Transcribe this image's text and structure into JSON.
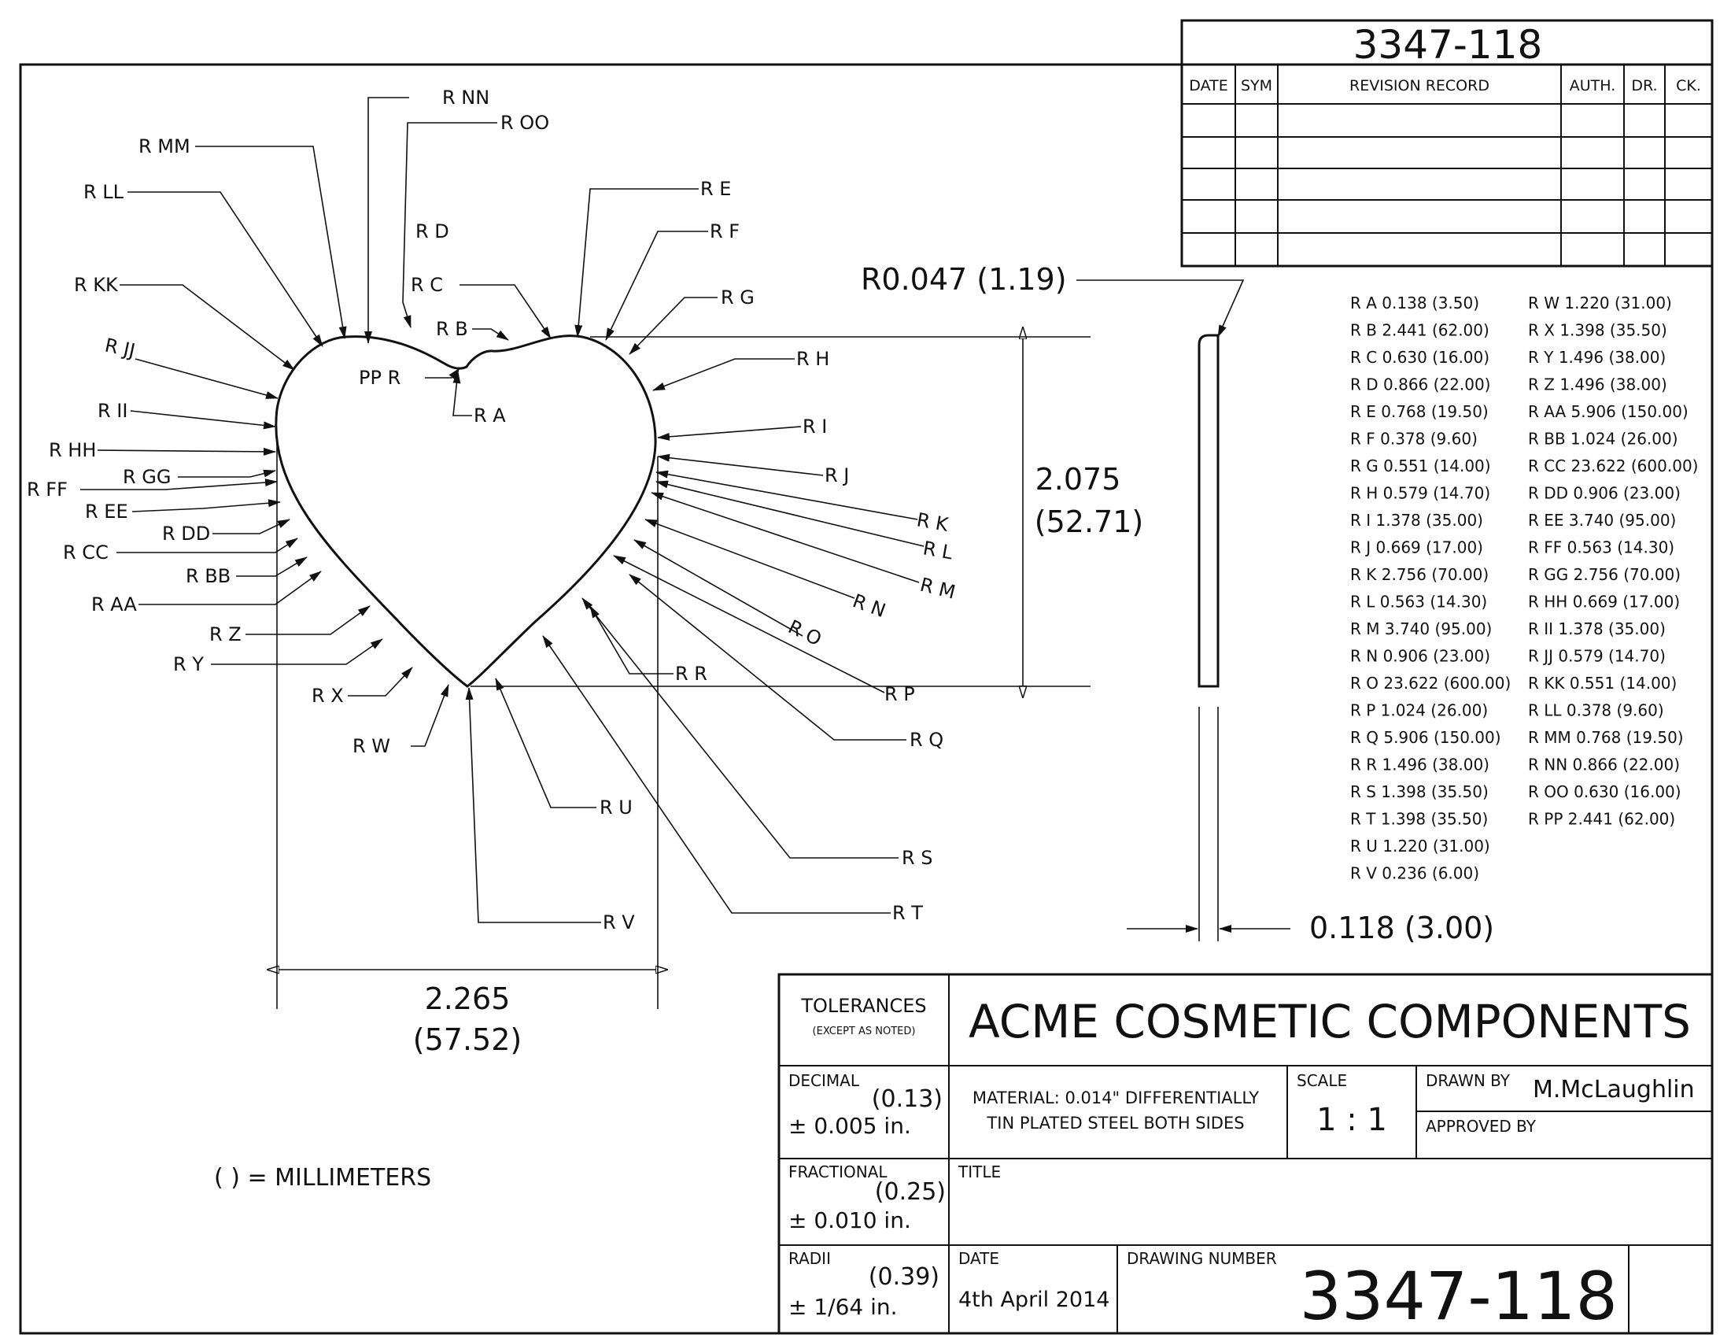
{
  "drawing_number_top": "3347-118",
  "revision_headers": [
    "DATE",
    "SYM",
    "REVISION RECORD",
    "AUTH.",
    "DR.",
    "CK."
  ],
  "heart_labels": {
    "RA": "R A",
    "RB": "R B",
    "RC": "R C",
    "RD": "R D",
    "RE": "R E",
    "RF": "R F",
    "RG": "R G",
    "RH": "R H",
    "RI": "R I",
    "RJ": "R J",
    "RK": "R K",
    "RL": "R L",
    "RM": "R M",
    "RN": "R N",
    "RO": "R O",
    "RP": "R P",
    "RQ": "R Q",
    "RR": "R R",
    "RS": "R S",
    "RT": "R T",
    "RU": "R U",
    "RV": "R V",
    "RW": "R W",
    "RX": "R X",
    "RY": "R Y",
    "RZ": "R Z",
    "RAA": "R AA",
    "RBB": "R BB",
    "RCC": "R CC",
    "RDD": "R DD",
    "REE": "R EE",
    "RFF": "R FF",
    "RGG": "R GG",
    "RHH": "R HH",
    "RII": "R II",
    "RJJ": "R JJ",
    "RKK": "R KK",
    "RLL": "R LL",
    "RMM": "R MM",
    "RNN": "R NN",
    "ROO": "R OO",
    "PPR": "PP R"
  },
  "dims": {
    "edge_radius": "R0.047 (1.19)",
    "height_in": "2.075",
    "height_mm": "(52.71)",
    "width_in": "2.265",
    "width_mm": "(57.52)",
    "thickness": "0.118 (3.00)",
    "millimeters_note": "( ) = MILLIMETERS"
  },
  "radii_left": [
    "R A 0.138 (3.50)",
    "R B 2.441 (62.00)",
    "R C 0.630 (16.00)",
    "R D 0.866 (22.00)",
    "R E 0.768 (19.50)",
    "R F 0.378 (9.60)",
    "R G 0.551 (14.00)",
    "R H 0.579 (14.70)",
    "R I 1.378 (35.00)",
    "R J 0.669 (17.00)",
    "R K 2.756 (70.00)",
    "R L 0.563 (14.30)",
    "R M 3.740 (95.00)",
    "R N 0.906 (23.00)",
    "R O 23.622 (600.00)",
    "R P 1.024 (26.00)",
    "R Q 5.906 (150.00)",
    "R R 1.496 (38.00)",
    "R S 1.398 (35.50)",
    "R T 1.398 (35.50)",
    "R U 1.220 (31.00)",
    "R V 0.236 (6.00)"
  ],
  "radii_right": [
    "R W 1.220 (31.00)",
    "R X 1.398 (35.50)",
    "R Y 1.496 (38.00)",
    "R Z 1.496 (38.00)",
    "R AA 5.906 (150.00)",
    "R BB 1.024 (26.00)",
    "R CC 23.622 (600.00)",
    "R DD 0.906 (23.00)",
    "R EE 3.740 (95.00)",
    "R FF 0.563 (14.30)",
    "R GG 2.756 (70.00)",
    "R HH 0.669 (17.00)",
    "R II 1.378 (35.00)",
    "R JJ 0.579 (14.70)",
    "R KK 0.551 (14.00)",
    "R LL 0.378 (9.60)",
    "R MM 0.768 (19.50)",
    "R NN 0.866 (22.00)",
    "R OO 0.630 (16.00)",
    "R PP 2.441 (62.00)"
  ],
  "title_block": {
    "tolerances": "TOLERANCES",
    "except_as_noted": "(EXCEPT AS NOTED)",
    "company": "ACME COSMETIC COMPONENTS",
    "decimal_label": "DECIMAL",
    "decimal_mm": "(0.13)",
    "decimal_in": "± 0.005 in.",
    "material_line1": "MATERIAL: 0.014\" DIFFERENTIALLY",
    "material_line2": "TIN PLATED STEEL BOTH SIDES",
    "scale_label": "SCALE",
    "scale_value": "1 : 1",
    "drawn_by_label": "DRAWN BY",
    "drawn_by_value": "M.McLaughlin",
    "approved_by_label": "APPROVED BY",
    "fractional_label": "FRACTIONAL",
    "fractional_mm": "(0.25)",
    "fractional_in": "± 0.010 in.",
    "title_label": "TITLE",
    "radii_label": "RADII",
    "radii_mm": "(0.39)",
    "radii_in": "± 1/64 in.",
    "date_label": "DATE",
    "date_value": "4th April 2014",
    "drawing_number_label": "DRAWING NUMBER",
    "drawing_number": "3347-118"
  }
}
